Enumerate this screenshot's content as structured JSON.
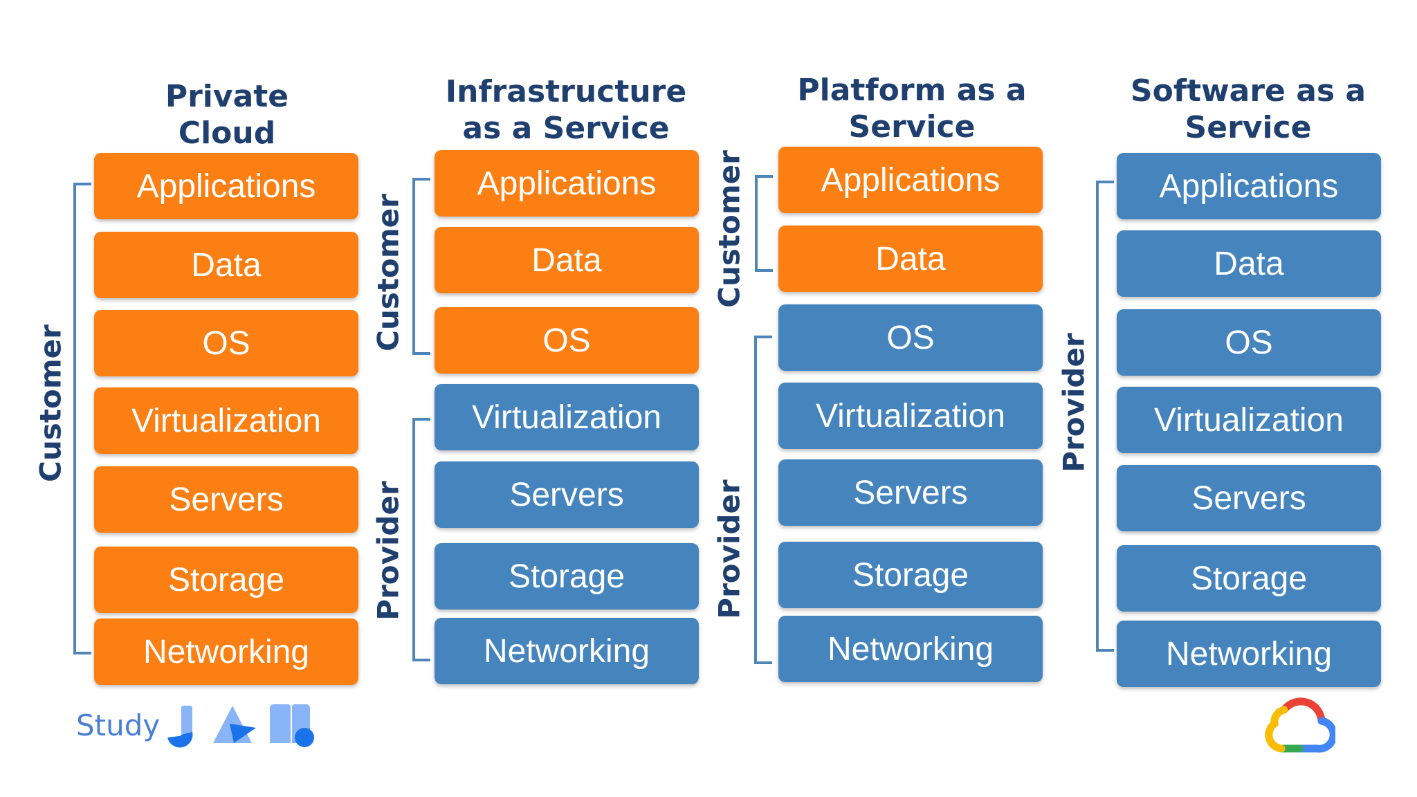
{
  "columns": [
    {
      "title_line1": "Private",
      "title_line2": "Cloud",
      "layers": [
        "Applications",
        "Data",
        "OS",
        "Virtualization",
        "Servers",
        "Storage",
        "Networking"
      ],
      "colors": [
        "#fb7f12",
        "#fb7f12",
        "#fb7f12",
        "#fb7f12",
        "#fb7f12",
        "#fb7f12",
        "#fb7f12"
      ],
      "labels": [
        "Customer"
      ]
    },
    {
      "title_line1": "Infrastructure",
      "title_line2": "as a Service",
      "layers": [
        "Applications",
        "Data",
        "OS",
        "Virtualization",
        "Servers",
        "Storage",
        "Networking"
      ],
      "colors": [
        "#fb7f12",
        "#fb7f12",
        "#fb7f12",
        "#4584bd",
        "#4584bd",
        "#4584bd",
        "#4584bd"
      ],
      "labels": [
        "Customer",
        "Provider"
      ]
    },
    {
      "title_line1": "Platform as a",
      "title_line2": "Service",
      "layers": [
        "Applications",
        "Data",
        "OS",
        "Virtualization",
        "Servers",
        "Storage",
        "Networking"
      ],
      "colors": [
        "#fb7f12",
        "#fb7f12",
        "#4584bd",
        "#4584bd",
        "#4584bd",
        "#4584bd",
        "#4584bd"
      ],
      "labels": [
        "Customer",
        "Provider"
      ]
    },
    {
      "title_line1": "Software as a",
      "title_line2": "Service",
      "layers": [
        "Applications",
        "Data",
        "OS",
        "Virtualization",
        "Servers",
        "Storage",
        "Networking"
      ],
      "colors": [
        "#4584bd",
        "#4584bd",
        "#4584bd",
        "#4584bd",
        "#4584bd",
        "#4584bd",
        "#4584bd"
      ],
      "labels": [
        "Provider"
      ]
    }
  ],
  "footer": {
    "study_label": "Study",
    "study_icons": [
      "j-logo-icon",
      "triangle-logo-icon",
      "book-logo-icon"
    ],
    "brand_icon": "google-cloud-icon"
  }
}
